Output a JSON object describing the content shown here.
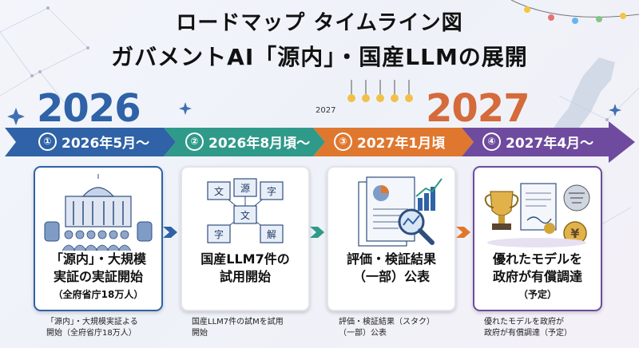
{
  "title": {
    "line1": "ロードマップ タイムライン図",
    "line2": "ガバメントAI「源内」・国産LLMの展開"
  },
  "years": {
    "y2026": "2026",
    "y2027_small": "2027",
    "y2027": "2027"
  },
  "phases": [
    {
      "num": "①",
      "label": "2026年5月〜",
      "color": "#2f62a6"
    },
    {
      "num": "②",
      "label": "2026年8月頃〜",
      "color": "#2f9a8a"
    },
    {
      "num": "③",
      "label": "2027年1月頃",
      "color": "#e0772f"
    },
    {
      "num": "④",
      "label": "2027年4月〜",
      "color": "#6e4b9e"
    }
  ],
  "cards": [
    {
      "line1": "「源内」・大規模",
      "line2": "実証の実証開始",
      "line3": "（全府省庁18万人）"
    },
    {
      "line1": "国産LLM7件の",
      "line2": "試用開始",
      "line3": ""
    },
    {
      "line1": "評価・検証結果",
      "line2": "（一部）公表",
      "line3": ""
    },
    {
      "line1": "優れたモデルを",
      "line2": "政府が有償調達",
      "line3": "（予定）"
    }
  ],
  "doc_chars": [
    "文",
    "源",
    "字",
    "文",
    "字",
    "解"
  ],
  "coin_symbol": "¥",
  "notes": [
    {
      "line1": "「源内」・大規模実証よる",
      "line2": "開始（全府省庁18万人）"
    },
    {
      "line1": "国産LLM7件の試Mを試用",
      "line2": "開始"
    },
    {
      "line1": "評価・検証結果（スタク）",
      "line2": "（一部）公表"
    },
    {
      "line1": "優れたモデルを政府が",
      "line2": "政府が有償調達（予定）"
    }
  ]
}
